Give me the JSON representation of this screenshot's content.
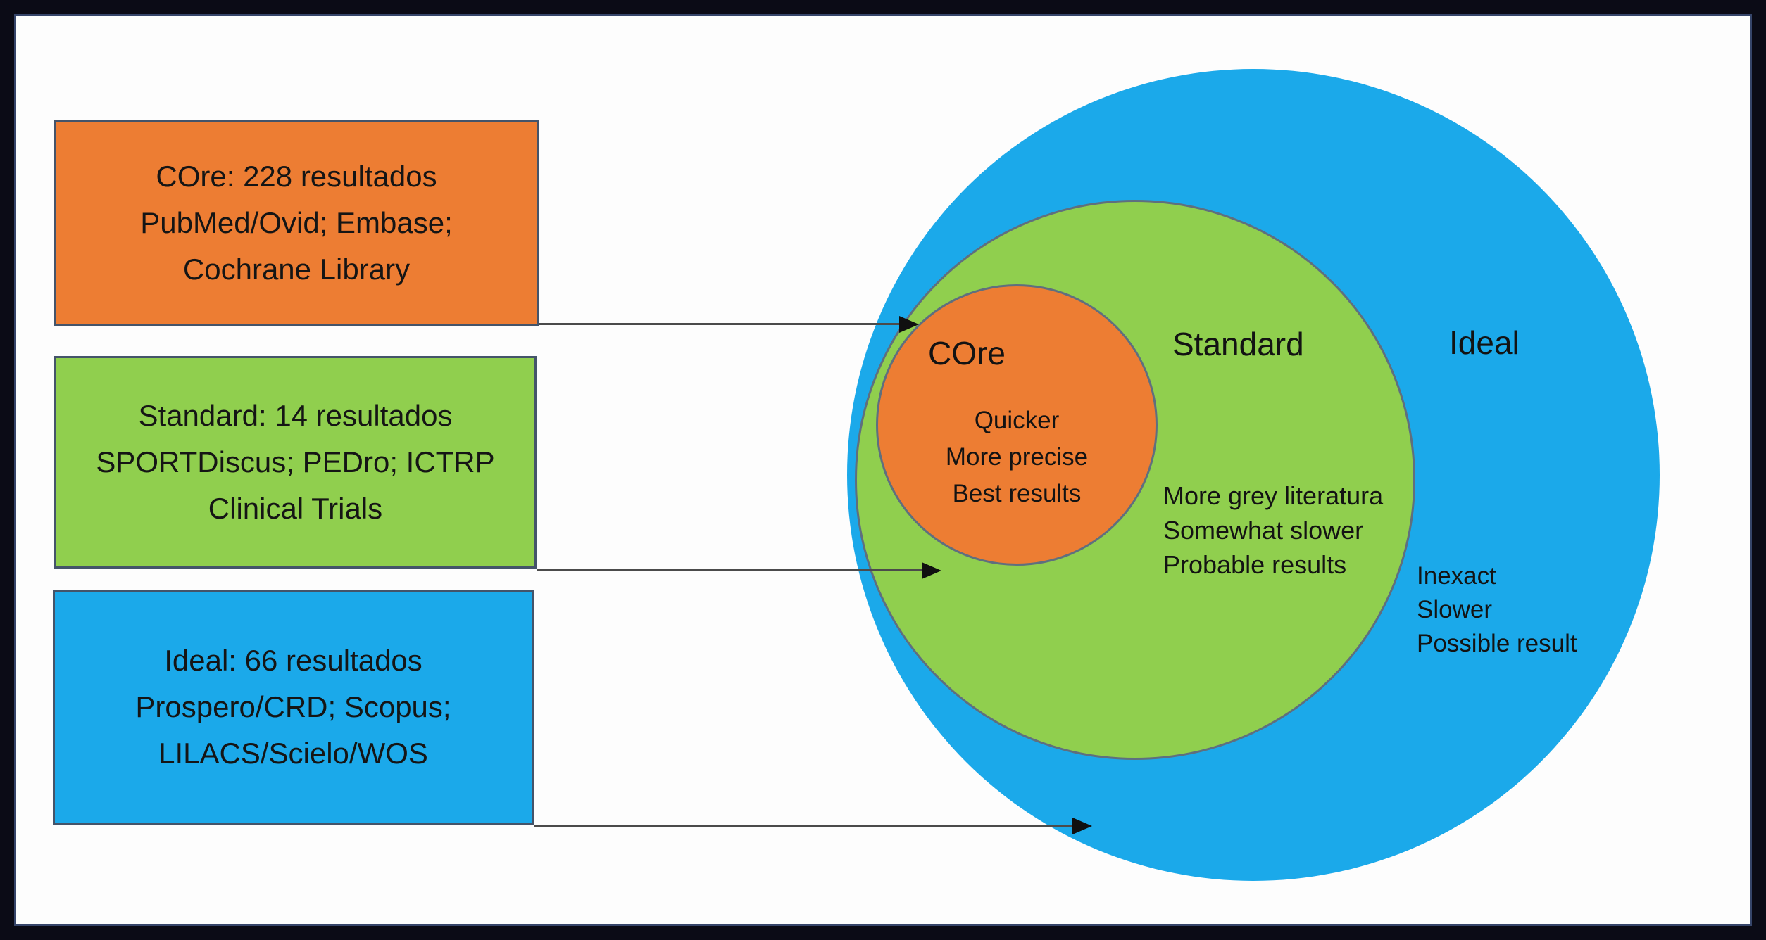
{
  "colors": {
    "core_orange": "#ed7d33",
    "standard_green": "#90cf4e",
    "ideal_blue": "#1ba9ea",
    "box_border": "#44546a",
    "circle_border": "#5f6f7e",
    "frame_border": "#0b0b16",
    "arrow_line": "#4b4b4b",
    "text": "#131313"
  },
  "legend_boxes": [
    {
      "id": "core",
      "lines": [
        "COre: 228 resultados",
        "PubMed/Ovid; Embase;",
        "Cochrane Library"
      ]
    },
    {
      "id": "standard",
      "lines": [
        "Standard: 14 resultados",
        "SPORTDiscus; PEDro; ICTRP",
        "Clinical Trials"
      ]
    },
    {
      "id": "ideal",
      "lines": [
        "Ideal: 66 resultados",
        "Prospero/CRD; Scopus;",
        "LILACS/Scielo/WOS"
      ]
    }
  ],
  "venn": {
    "core": {
      "label": "COre",
      "notes": [
        "Quicker",
        "More precise",
        "Best results"
      ]
    },
    "standard": {
      "label": "Standard",
      "notes": [
        "More grey literatura",
        "Somewhat slower",
        "Probable results"
      ]
    },
    "ideal": {
      "label": "Ideal",
      "notes": [
        "Inexact",
        "Slower",
        "Possible result"
      ]
    }
  }
}
